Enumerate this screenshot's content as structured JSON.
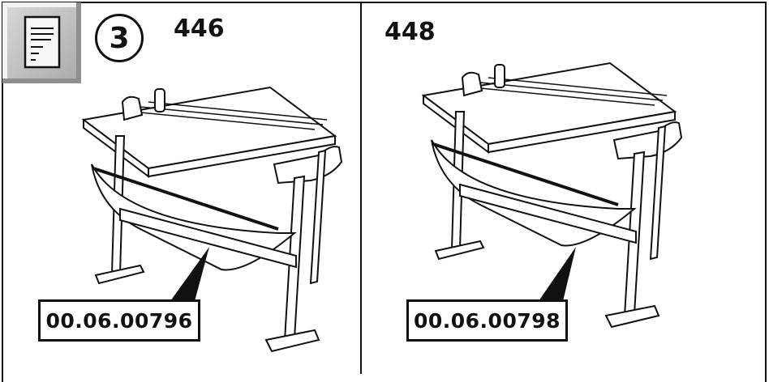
{
  "step": {
    "number": "3"
  },
  "left_panel": {
    "model": "446",
    "part_number": "00.06.00796"
  },
  "right_panel": {
    "model": "448",
    "part_number": "00.06.00798"
  },
  "icons": {
    "badge": "document-icon",
    "left_illustration": "paper-trimmer-stand-illustration",
    "right_illustration": "paper-trimmer-stand-illustration"
  }
}
